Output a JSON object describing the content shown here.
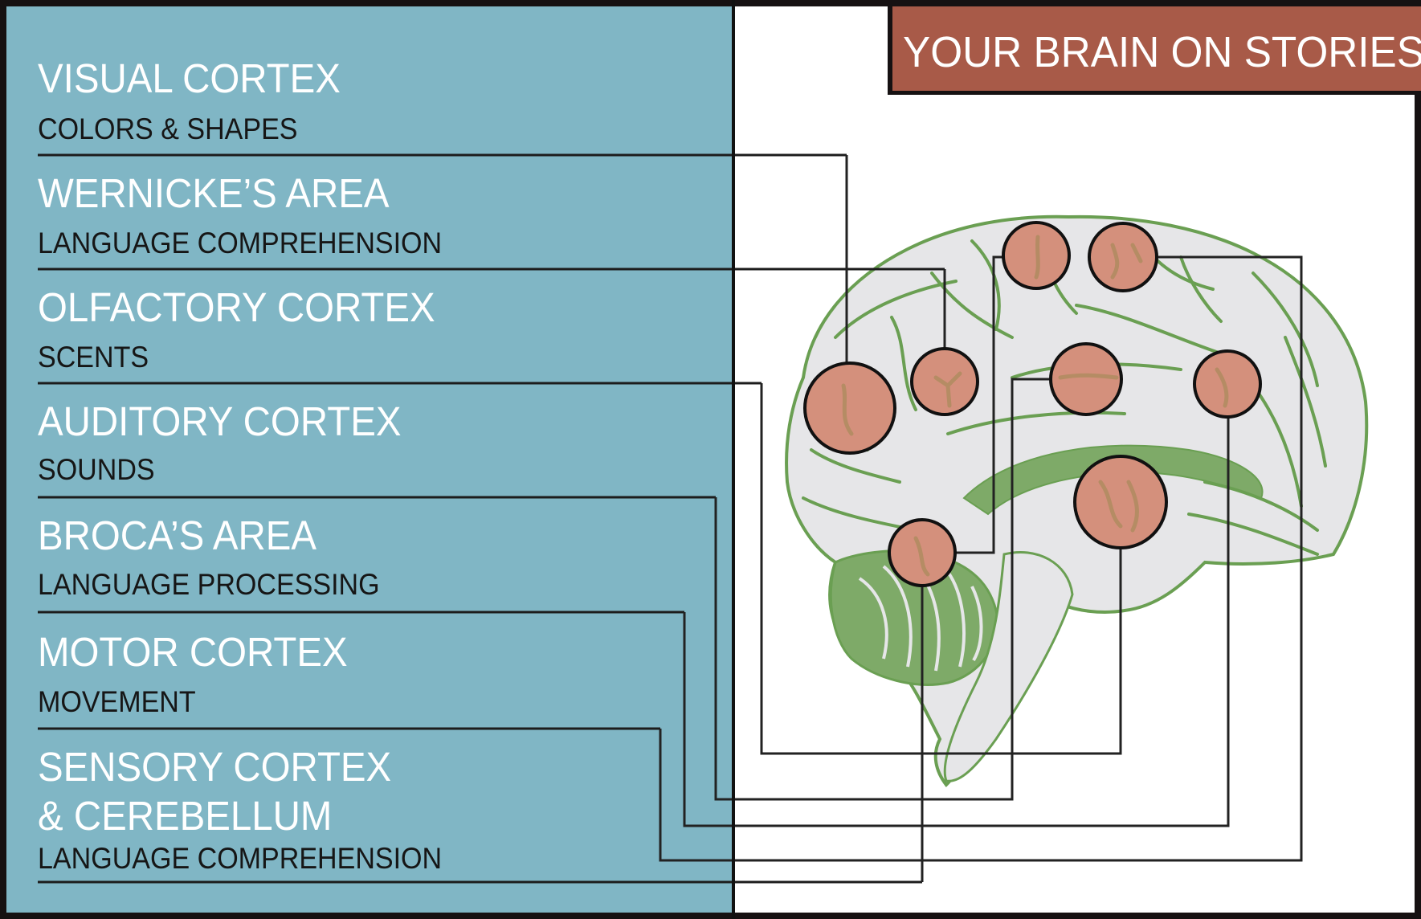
{
  "header": {
    "title": "YOUR BRAIN ON STORIES"
  },
  "colors": {
    "panel": "#80b6c5",
    "title_box": "#a85a48",
    "brain_fill": "#e6e6e8",
    "brain_outline": "#6a9f52",
    "region_fill": "#d4907c",
    "connector": "#222222"
  },
  "regions": [
    {
      "name": "VISUAL CORTEX",
      "name_line2": "",
      "function": "COLORS & SHAPES"
    },
    {
      "name": "WERNICKE’S AREA",
      "name_line2": "",
      "function": "LANGUAGE COMPREHENSION"
    },
    {
      "name": "OLFACTORY CORTEX",
      "name_line2": "",
      "function": "SCENTS"
    },
    {
      "name": "AUDITORY CORTEX",
      "name_line2": "",
      "function": "SOUNDS"
    },
    {
      "name": "BROCA’S AREA",
      "name_line2": "",
      "function": "LANGUAGE PROCESSING"
    },
    {
      "name": "MOTOR CORTEX",
      "name_line2": "",
      "function": "MOVEMENT"
    },
    {
      "name": "SENSORY CORTEX",
      "name_line2": "& CEREBELLUM",
      "function": "LANGUAGE COMPREHENSION"
    }
  ],
  "brain_markers": [
    {
      "id": "visual",
      "label_index": 0
    },
    {
      "id": "wernicke",
      "label_index": 1
    },
    {
      "id": "olfactory",
      "label_index": 2
    },
    {
      "id": "auditory",
      "label_index": 3
    },
    {
      "id": "broca",
      "label_index": 4
    },
    {
      "id": "motor",
      "label_index": 5
    },
    {
      "id": "sensory",
      "label_index": 6
    },
    {
      "id": "cerebellum",
      "label_index": 6
    }
  ]
}
